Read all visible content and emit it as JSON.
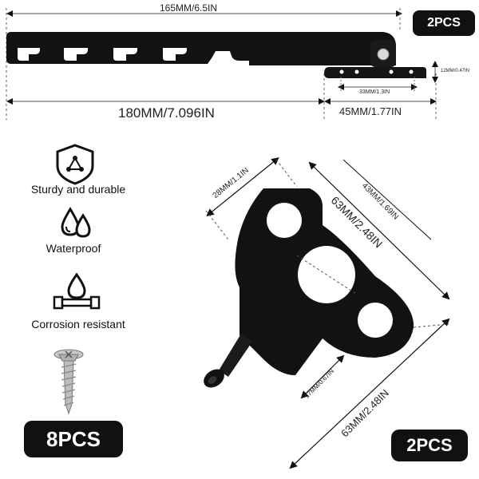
{
  "top": {
    "dim_top": "165MM/6.5IN",
    "dim_total": "180MM/7.096IN",
    "dim_end_width": "45MM/1.77IN",
    "dim_hole_spacing": "33MM/1.3IN",
    "dim_end_height": "12MM/0.47IN",
    "badge": "2PCS"
  },
  "features": {
    "sturdy": "Sturdy and durable",
    "waterproof": "Waterproof",
    "corrosion": "Corrosion resistant",
    "screws_badge": "8PCS"
  },
  "bracket": {
    "dim_hole": "28MM/1.1IN",
    "dim_holes_span": "43MM/1.69IN",
    "dim_width": "63MM/2.48IN",
    "dim_pin": "17MM/0.67IN",
    "dim_height": "63MM/2.48IN",
    "badge": "2PCS"
  },
  "colors": {
    "metal": "#121212",
    "badge": "#111111",
    "background": "#ffffff"
  }
}
